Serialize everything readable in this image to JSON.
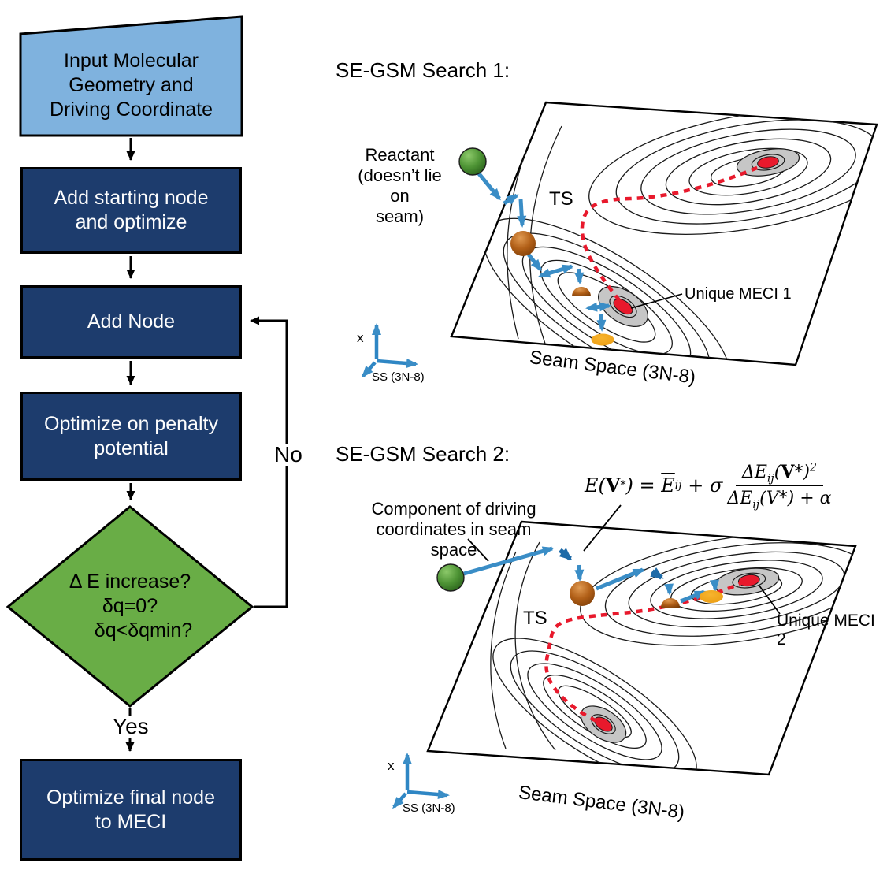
{
  "colors": {
    "input_box_fill": "#7fb2de",
    "process_box_fill": "#1d3c6d",
    "decision_fill": "#69ad46",
    "arrow_light_blue": "#3a8dc6",
    "arrow_dark_blue": "#1e6ba8",
    "path_red": "#e8192c",
    "basin_gray": "#c6c6c6",
    "orange_marker": "#f2a61d"
  },
  "flowchart": {
    "input_node": {
      "lines": [
        "Input Molecular",
        "Geometry and",
        "Driving Coordinate"
      ]
    },
    "start_node": {
      "lines": [
        "Add starting node",
        "and optimize"
      ]
    },
    "add_node": {
      "lines": [
        "Add Node"
      ]
    },
    "penalty_node": {
      "lines": [
        "Optimize on penalty",
        "potential"
      ]
    },
    "decision_node": {
      "lines": [
        "Δ E increase?",
        "δq=0?",
        "δq<δqmin?"
      ]
    },
    "final_node": {
      "lines": [
        "Optimize final node",
        "to MECI"
      ]
    },
    "no_label": "No",
    "yes_label": "Yes"
  },
  "search1": {
    "title": "SE-GSM Search 1:",
    "reactant_lines": [
      "Reactant",
      "(doesn’t lie on",
      "seam)"
    ],
    "ts_label": "TS",
    "meci_label": "Unique MECI 1",
    "seam_label": "Seam Space (3N-8)",
    "axis_x_label": "x",
    "axis_ss_label": "SS (3N-8)"
  },
  "search2": {
    "title": "SE-GSM Search 2:",
    "component_lines": [
      "Component of driving",
      "coordinates in seam space"
    ],
    "ts_label": "TS",
    "meci_label": "Unique MECI 2",
    "seam_label": "Seam Space (3N-8)",
    "axis_x_label": "x",
    "axis_ss_label": "SS (3N-8)",
    "equation": {
      "e_of": "E(",
      "v_bold_1": "V",
      "star_1": "*",
      "close_eq": ") = ",
      "ebar": "E",
      "ij_1": "ij",
      "plus_sigma": " + σ",
      "num_delta_e": "ΔE",
      "ij_2": "ij",
      "num_open": "(",
      "v_bold_2": "V",
      "num_star": "*",
      "num_close": ")",
      "sup_2": "2",
      "den_delta_e": "ΔE",
      "ij_3": "ij",
      "den_rest": "(V*) + α"
    }
  }
}
